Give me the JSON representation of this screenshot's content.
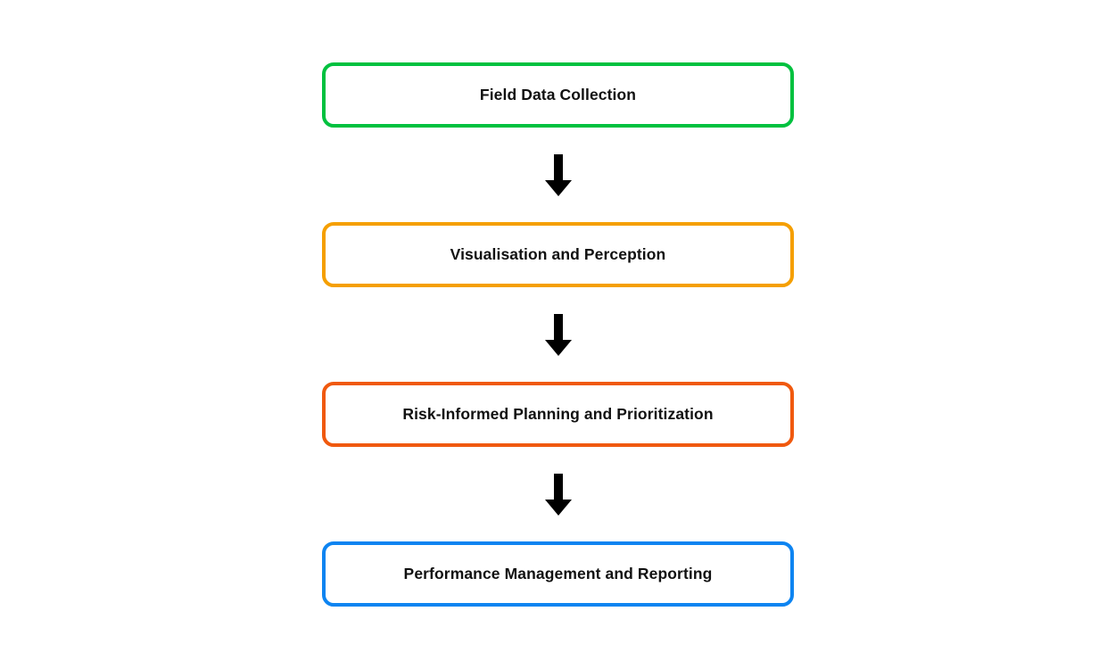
{
  "flow": {
    "background": "#ffffff",
    "text_color": "#111111",
    "arrow_color": "#000000",
    "steps": [
      {
        "label": "Field Data Collection",
        "border_color": "#00c13f"
      },
      {
        "label": "Visualisation and Perception",
        "border_color": "#f59f00"
      },
      {
        "label": "Risk-Informed Planning and Prioritization",
        "border_color": "#f0590e"
      },
      {
        "label": "Performance Management and Reporting",
        "border_color": "#0d84f1"
      }
    ]
  }
}
